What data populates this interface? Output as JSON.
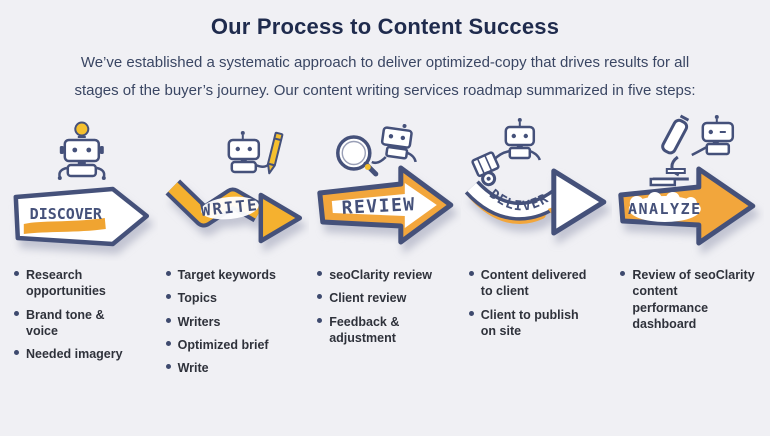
{
  "header": {
    "title": "Our Process to Content Success",
    "subtitle": "We’ve established a systematic approach to deliver optimized-copy that drives results for all stages of the buyer’s journey. Our content writing services roadmap summarized in five steps:"
  },
  "colors": {
    "background": "#f0f0f4",
    "illustration_navy": "#45517a",
    "title_navy": "#1f2b4d",
    "body_text": "#2f323b",
    "arrow_orange": "#f2a63c",
    "accent_yellow": "#f5c02e"
  },
  "steps": [
    {
      "label": "DISCOVER",
      "icon": "robot-lightbulb-icon",
      "bullets": [
        "Research opportunities",
        "Brand tone & voice",
        "Needed imagery"
      ]
    },
    {
      "label": "WRITE",
      "icon": "robot-pencil-icon",
      "bullets": [
        "Target keywords",
        "Topics",
        "Writers",
        "Optimized brief",
        "Write"
      ]
    },
    {
      "label": "REVIEW",
      "icon": "robot-magnifier-icon",
      "bullets": [
        "seoClarity review",
        "Client review",
        "Feedback & adjustment"
      ]
    },
    {
      "label": "DELIVER",
      "icon": "robot-cart-icon",
      "bullets": [
        "Content delivered to client",
        "Client to publish on site"
      ]
    },
    {
      "label": "ANALYZE",
      "icon": "robot-microscope-icon",
      "bullets": [
        "Review of seoClarity content performance dashboard"
      ]
    }
  ]
}
